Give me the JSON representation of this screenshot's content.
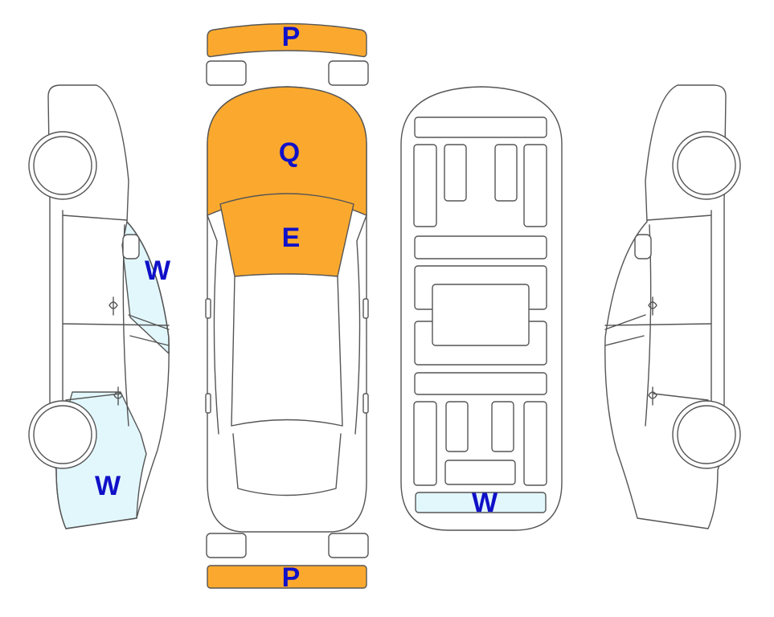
{
  "colors": {
    "damage_orange": "#FBA92E",
    "damage_light_blue": "#E2F7FC",
    "label_blue": "#1010C8",
    "outline": "#555555"
  },
  "labels": {
    "front_bumper": "P",
    "hood": "Q",
    "windshield": "E",
    "left_front_fender": "W",
    "left_rear_quarter": "W",
    "underside_rear": "W",
    "rear_bumper": "P"
  }
}
